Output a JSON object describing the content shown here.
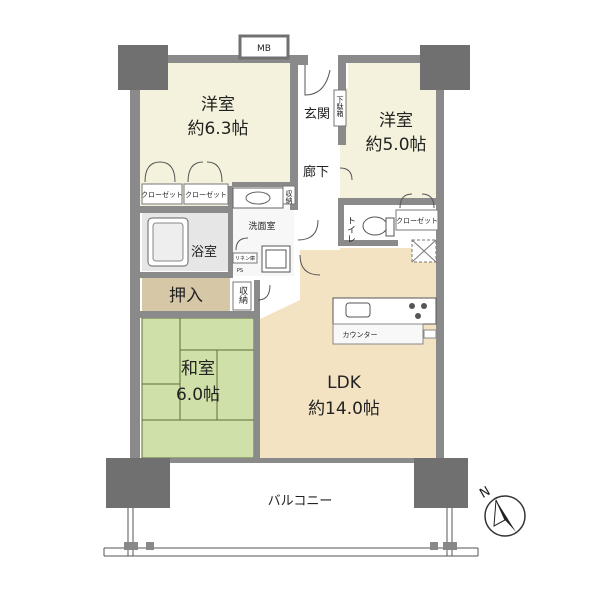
{
  "mb": "MB",
  "rooms": {
    "western1": {
      "name": "洋室",
      "size": "約6.3帖"
    },
    "western2": {
      "name": "洋室",
      "size": "約5.0帖"
    },
    "washitsu": {
      "name": "和室",
      "size": "6.0帖"
    },
    "ldk": {
      "name": "LDK",
      "size": "約14.0帖"
    }
  },
  "labels": {
    "entrance": "玄関",
    "shoe_storage": "下駄箱",
    "corridor": "廊下",
    "storage": "収納",
    "closet": "クローゼット",
    "washroom": "洗面室",
    "bath": "浴室",
    "toilet": "トイレ",
    "linen": "リネン庫",
    "ps": "PS",
    "oshiire": "押入",
    "storage2": "収納",
    "counter": "カウンター",
    "balcony": "バルコニー",
    "north": "N"
  },
  "colors": {
    "wall": "#8a8a8a",
    "wall_dark": "#707070",
    "western": "#f4f1dc",
    "ldk": "#f3e3c3",
    "washitsu": "#cfe0a8",
    "oshiire": "#d6c8a6",
    "wet": "#e6e6e6"
  }
}
